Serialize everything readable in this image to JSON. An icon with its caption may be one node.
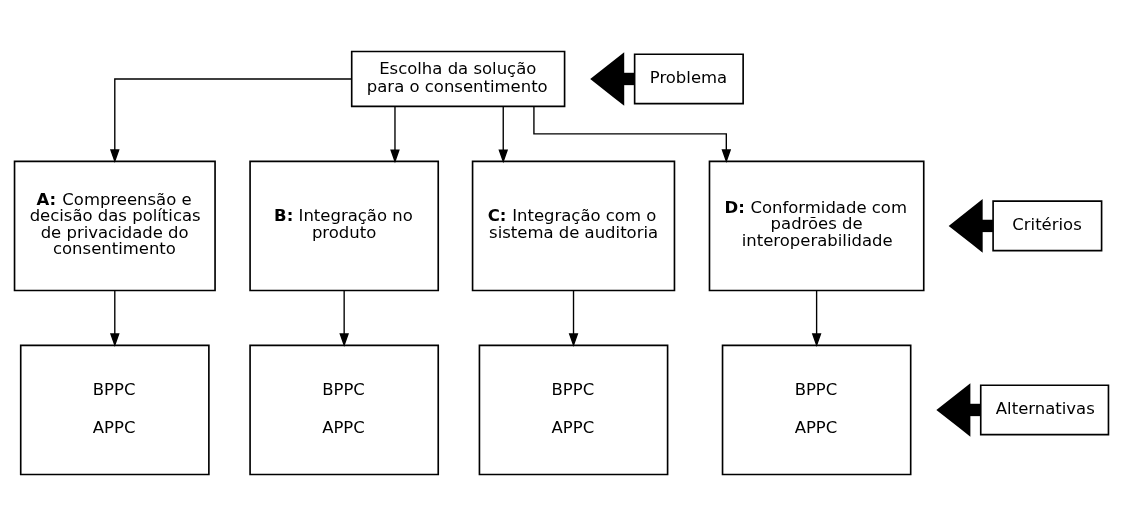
{
  "diagram": {
    "nodes": [
      {
        "text": [
          "Escolha da solução para o consentimento"
        ]
      },
      {
        "text": [
          "**A:** Compreensão e decisão das políticas de privacidade do consentimento"
        ]
      },
      {
        "text": [
          "**B:** Integração no produto"
        ]
      },
      {
        "text": [
          "**C:** Integração com o sistema de auditoria"
        ]
      },
      {
        "text": [
          "**D:** Conformidade com padrões de interoperabilidade"
        ]
      },
      {
        "text": [
          "BPPC",
          "APPC"
        ]
      },
      {
        "text": [
          "BPPC",
          "APPC"
        ]
      },
      {
        "text": [
          "BPPC",
          "APPC"
        ]
      },
      {
        "text": [
          "BPPC",
          "APPC"
        ]
      },
      {
        "text": [
          "Problema"
        ]
      },
      {
        "text": [
          "Critérios"
        ]
      },
      {
        "text": [
          "Alternativas"
        ]
      }
    ],
    "edges": [
      {
        "from": 0,
        "to": 1,
        "arrow": "to"
      },
      {
        "from": 0,
        "to": 2,
        "arrow": "to"
      },
      {
        "from": 0,
        "to": 3,
        "arrow": "to"
      },
      {
        "from": 0,
        "to": 4,
        "arrow": "to"
      },
      {
        "from": 1,
        "to": 5,
        "arrow": "to"
      },
      {
        "from": 2,
        "to": 6,
        "arrow": "to"
      },
      {
        "from": 3,
        "to": 7,
        "arrow": "to"
      },
      {
        "from": 4,
        "to": 8,
        "arrow": "to"
      },
      {
        "from": 9,
        "to": null,
        "arrow": "to",
        "style": "thick"
      },
      {
        "from": 10,
        "to": null,
        "arrow": "to",
        "style": "thick"
      },
      {
        "from": 11,
        "to": null,
        "arrow": "to",
        "style": "thick"
      }
    ]
  }
}
